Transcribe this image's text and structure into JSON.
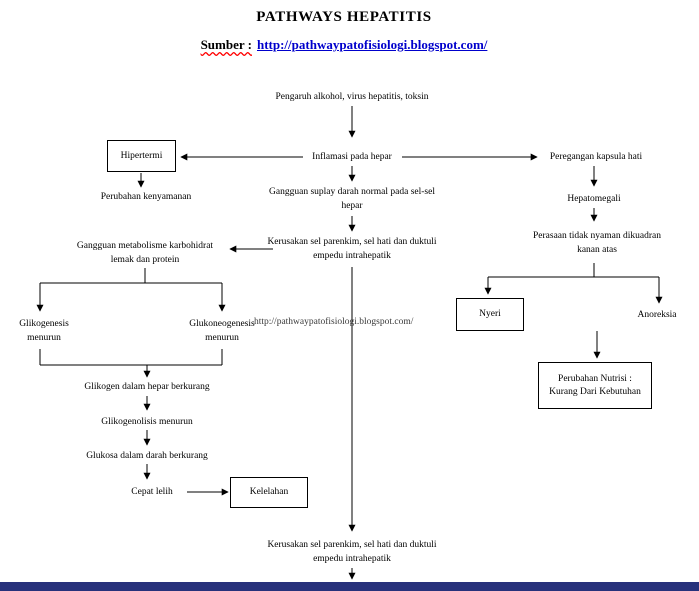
{
  "header": {
    "title": "PATHWAYS HEPATITIS",
    "source_label": "Sumber :",
    "source_url": "http://pathwaypatofisiologi.blogspot.com/"
  },
  "watermark": "http://pathwaypatofisiologi.blogspot.com/",
  "nodes": {
    "pengaruh": "Pengaruh alkohol, virus hepatitis, toksin",
    "inflamasi": "Inflamasi pada hepar",
    "hipertermi": "Hipertermi",
    "perubahan_kenyamanan": "Perubahan kenyamanan",
    "peregangan": "Peregangan kapsula hati",
    "gangguan_suplay": "Gangguan suplay darah normal pada sel-sel hepar",
    "kerusakan_1": "Kerusakan sel parenkim, sel hati dan duktuli empedu intrahepatik",
    "gangguan_metabolisme": "Gangguan metabolisme karbohidrat lemak dan protein",
    "glikogenesis": "Glikogenesis menurun",
    "glukoneogenesis": "Glukoneogenesis menurun",
    "glikogen_berkurang": "Glikogen dalam hepar berkurang",
    "glikogenolisis": "Glikogenolisis menurun",
    "glukosa_berkurang": "Glukosa dalam darah berkurang",
    "cepat_lelih": "Cepat lelih",
    "kelelahan": "Kelelahan",
    "hepatomegali": "Hepatomegali",
    "perasaan": "Perasaan tidak nyaman dikuadran kanan atas",
    "nyeri": "Nyeri",
    "anoreksia": "Anoreksia",
    "perubahan_nutrisi": "Perubahan Nutrisi : Kurang Dari Kebutuhan",
    "kerusakan_2": "Kerusakan sel parenkim, sel hati dan duktuli empedu intrahepatik"
  },
  "colors": {
    "link_blue": "#0000cc",
    "spellcheck_red": "#ff0000",
    "taskbar_navy": "#27317b",
    "line_black": "#000000"
  }
}
